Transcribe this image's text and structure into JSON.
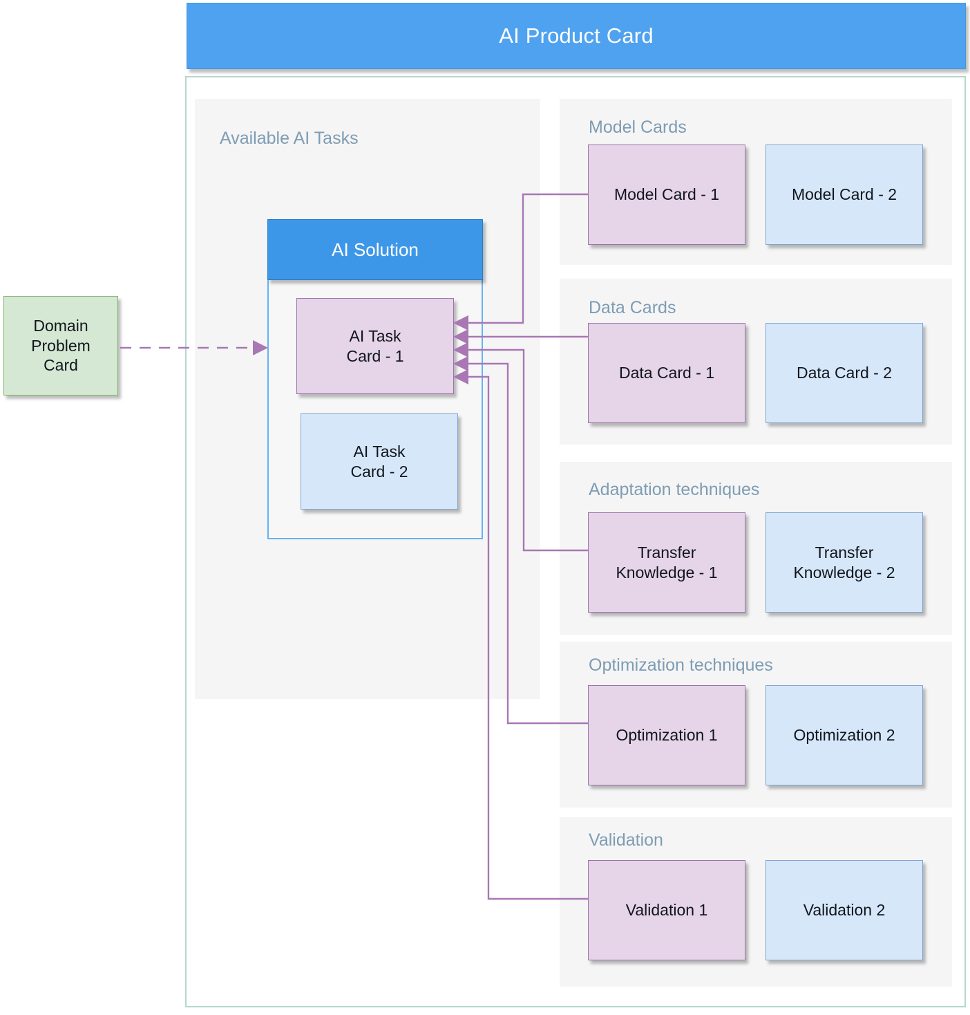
{
  "header": {
    "title": "AI Product Card"
  },
  "left": {
    "panel_label": "Available AI Tasks",
    "solution_title": "AI Solution",
    "task_cards": [
      {
        "label": "AI Task\nCard - 1",
        "style": "purple"
      },
      {
        "label": "AI Task\nCard - 2",
        "style": "blue"
      }
    ],
    "domain_card": {
      "label": "Domain\nProblem\nCard",
      "style": "green"
    }
  },
  "sections": [
    {
      "title": "Model Cards",
      "cards": [
        {
          "label": "Model Card - 1",
          "style": "purple"
        },
        {
          "label": "Model Card - 2",
          "style": "blue"
        }
      ]
    },
    {
      "title": "Data Cards",
      "cards": [
        {
          "label": "Data Card - 1",
          "style": "purple"
        },
        {
          "label": "Data Card - 2",
          "style": "blue"
        }
      ]
    },
    {
      "title": "Adaptation techniques",
      "cards": [
        {
          "label": "Transfer\nKnowledge - 1",
          "style": "purple"
        },
        {
          "label": "Transfer\nKnowledge - 2",
          "style": "blue"
        }
      ]
    },
    {
      "title": "Optimization techniques",
      "cards": [
        {
          "label": "Optimization 1",
          "style": "purple"
        },
        {
          "label": "Optimization 2",
          "style": "blue"
        }
      ]
    },
    {
      "title": "Validation",
      "cards": [
        {
          "label": "Validation 1",
          "style": "purple"
        },
        {
          "label": "Validation 2",
          "style": "blue"
        }
      ]
    }
  ],
  "colors": {
    "title_bar": "#4ea2f0",
    "solution_header": "#3d97e8",
    "purple_fill": "#e6d4e8",
    "purple_border": "#9b72ab",
    "blue_fill": "#d6e7fa",
    "blue_border": "#7ea6d1",
    "green_fill": "#d5e8d4",
    "green_border": "#80b367",
    "section_title": "#7e9cb3",
    "connector": "#a877b4",
    "outer_border": "#b5d7cf"
  },
  "connectors": {
    "domain_to_task": "dashed-arrow",
    "incoming_arrow_count": 5
  }
}
